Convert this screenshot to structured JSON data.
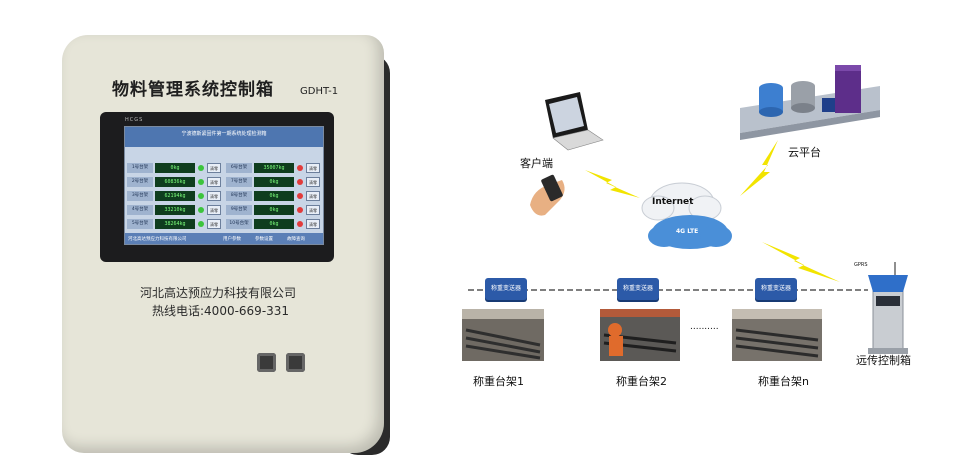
{
  "box": {
    "title": "物料管理系统控制箱",
    "model": "GDHT-1",
    "bezel_logo": "HCGS",
    "screen_header": "宁波德斯紧固件第一期系统处理检测箱",
    "screen_rows": [
      {
        "label": "1号台架",
        "value": "0kg",
        "dot": "green"
      },
      {
        "label": "2号台架",
        "value": "60836kg",
        "dot": "green"
      },
      {
        "label": "3号台架",
        "value": "62194kg",
        "dot": "green"
      },
      {
        "label": "4号台架",
        "value": "33210kg",
        "dot": "green"
      },
      {
        "label": "5号台架",
        "value": "38264kg",
        "dot": "green"
      }
    ],
    "screen_rows_right": [
      {
        "label": "6号台架",
        "value": "35007kg",
        "dot": "red"
      },
      {
        "label": "7号台架",
        "value": "0kg",
        "dot": "red"
      },
      {
        "label": "8号台架",
        "value": "0kg",
        "dot": "red"
      },
      {
        "label": "9号台架",
        "value": "0kg",
        "dot": "red"
      },
      {
        "label": "10号台架",
        "value": "0kg",
        "dot": "red"
      }
    ],
    "screen_btn": "清零",
    "screen_footer": [
      "河北高达预应力科技有限公司",
      "用户参数",
      "参数设置",
      "故障查询"
    ],
    "company": "河北高达预应力科技有限公司",
    "hotline": "热线电话:4000-669-331"
  },
  "diagram": {
    "client_label": "客户端",
    "cloud_label": "云平台",
    "internet_label": "Internet",
    "lte_label": "4G LTE",
    "gprs_label": "GPRS",
    "transmitter_label": "称重变送器",
    "rack_labels": [
      "称重台架1",
      "称重台架2",
      "称重台架n"
    ],
    "dots": "..........",
    "remote_box_label": "远传控制箱"
  },
  "colors": {
    "box_body": "#e6e5d8",
    "screen_bg": "#c8d5e6",
    "transmitter": "#2c5aa8",
    "lightning": "#f2e400",
    "cloud": "#4a8fd8"
  }
}
